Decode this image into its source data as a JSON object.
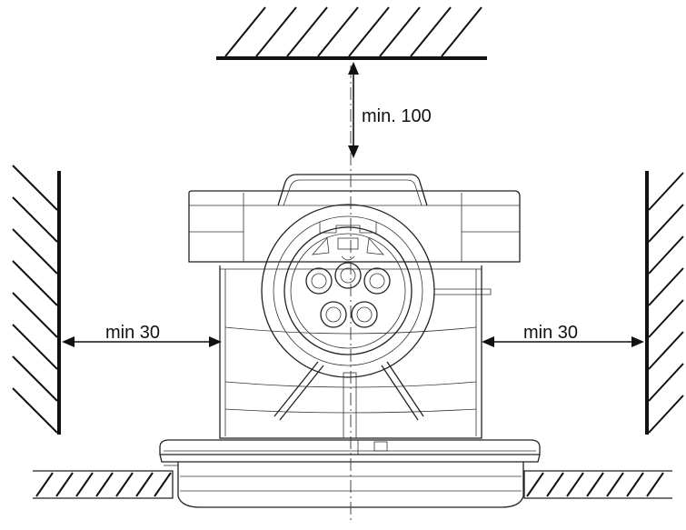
{
  "dimensions": {
    "top_clearance": "min. 100",
    "left_clearance": "min 30",
    "right_clearance": "min 30"
  },
  "colors": {
    "line": "#111111",
    "background": "#ffffff"
  }
}
